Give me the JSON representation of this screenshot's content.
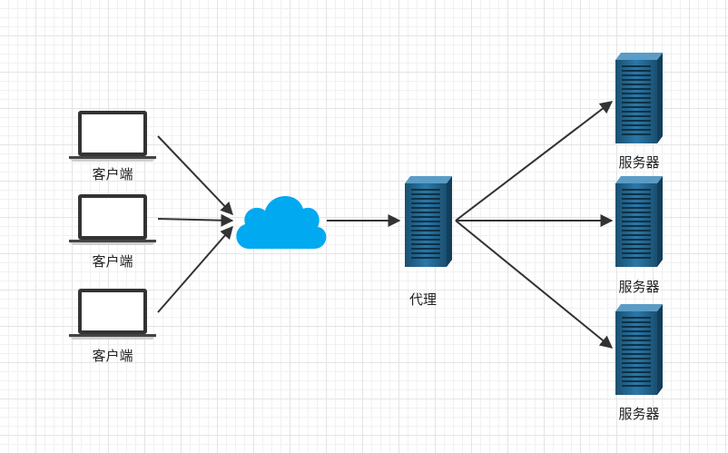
{
  "nodes": {
    "client_label": "客户端",
    "proxy_label": "代理",
    "server_label": "服务器"
  },
  "colors": {
    "arrow": "#333333",
    "cloud": "#00a9f0",
    "server_dark": "#1f5f86",
    "server_mid": "#2f7aa8",
    "laptop_frame": "#333333"
  },
  "icons": [
    "laptop-icon",
    "cloud-icon",
    "server-icon"
  ]
}
